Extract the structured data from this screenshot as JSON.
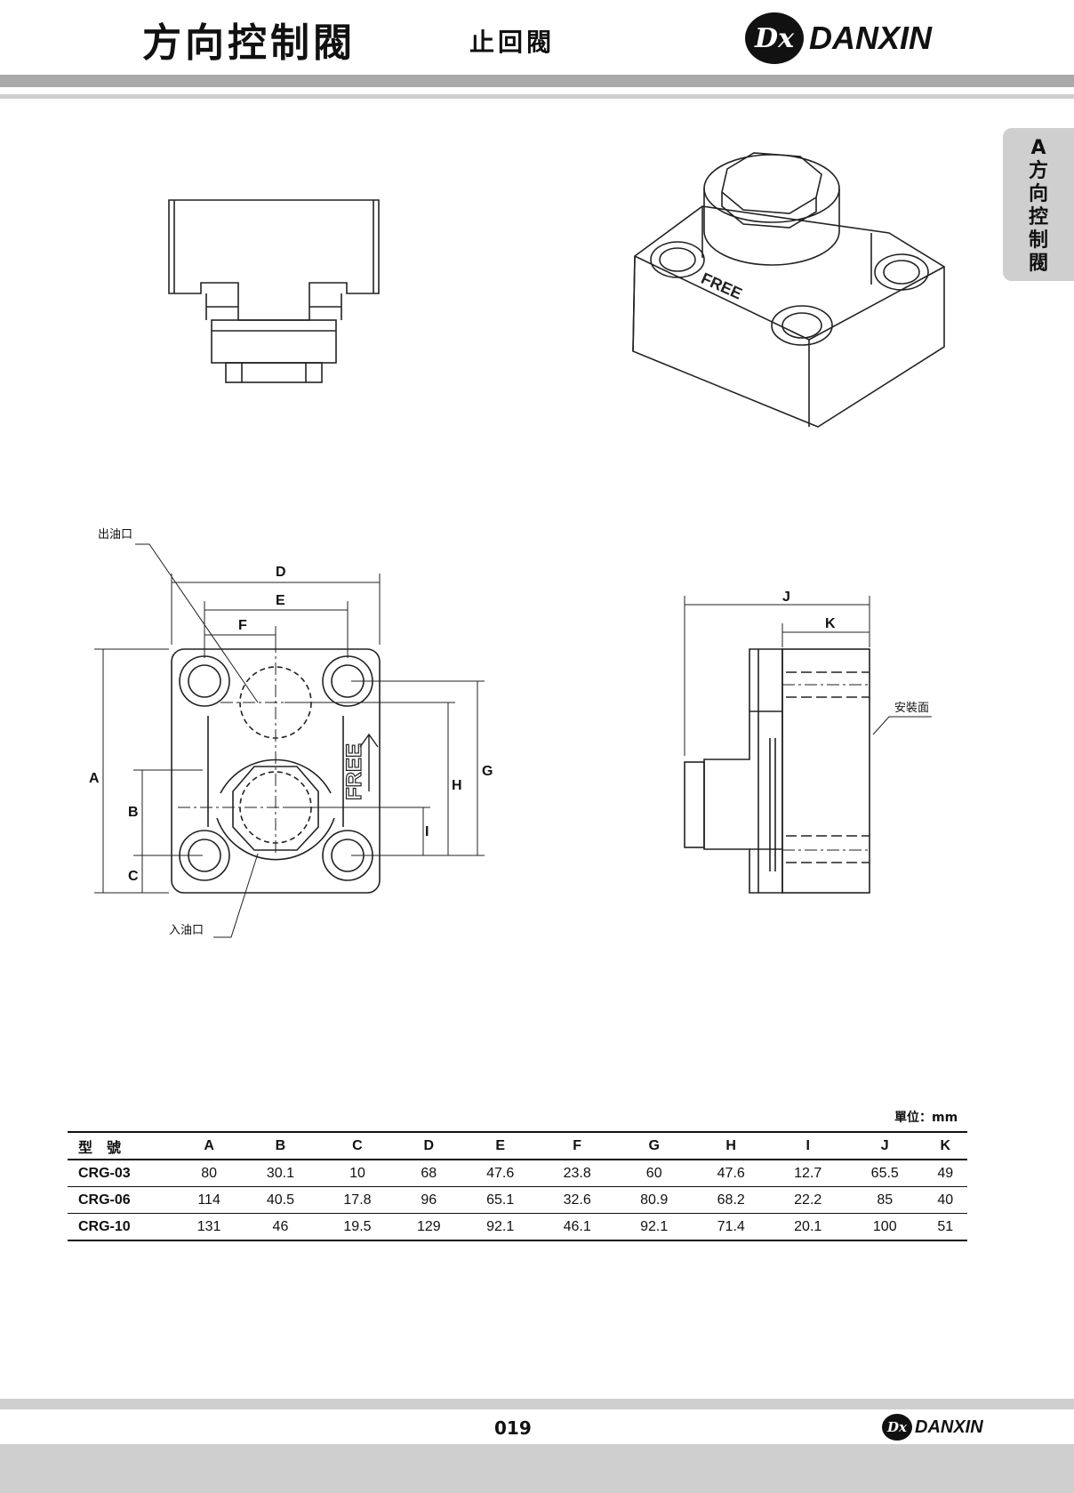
{
  "header": {
    "title": "方向控制閥",
    "subtitle": "止回閥",
    "brand": "DANXIN",
    "brand_mark": "Dx"
  },
  "side_tab": {
    "chars": [
      "A",
      "方",
      "向",
      "控",
      "制",
      "閥"
    ]
  },
  "drawing": {
    "labels": {
      "outlet": "出油口",
      "inlet": "入油口",
      "mounting_face": "安裝面",
      "free": "FREE",
      "dims": [
        "A",
        "B",
        "C",
        "D",
        "E",
        "F",
        "G",
        "H",
        "I",
        "J",
        "K"
      ]
    }
  },
  "table": {
    "unit": "單位：mm",
    "headers": [
      "型　號",
      "A",
      "B",
      "C",
      "D",
      "E",
      "F",
      "G",
      "H",
      "I",
      "J",
      "K"
    ],
    "rows": [
      [
        "CRG-03",
        "80",
        "30.1",
        "10",
        "68",
        "47.6",
        "23.8",
        "60",
        "47.6",
        "12.7",
        "65.5",
        "49"
      ],
      [
        "CRG-06",
        "114",
        "40.5",
        "17.8",
        "96",
        "65.1",
        "32.6",
        "80.9",
        "68.2",
        "22.2",
        "85",
        "40"
      ],
      [
        "CRG-10",
        "131",
        "46",
        "19.5",
        "129",
        "92.1",
        "46.1",
        "92.1",
        "71.4",
        "20.1",
        "100",
        "51"
      ]
    ]
  },
  "footer": {
    "page": "019",
    "brand": "DANXIN",
    "brand_mark": "Dx"
  },
  "colors": {
    "band_dark": "#a9a9a9",
    "band_light": "#cfcfcf",
    "tab_bg": "#cfcfcf"
  }
}
